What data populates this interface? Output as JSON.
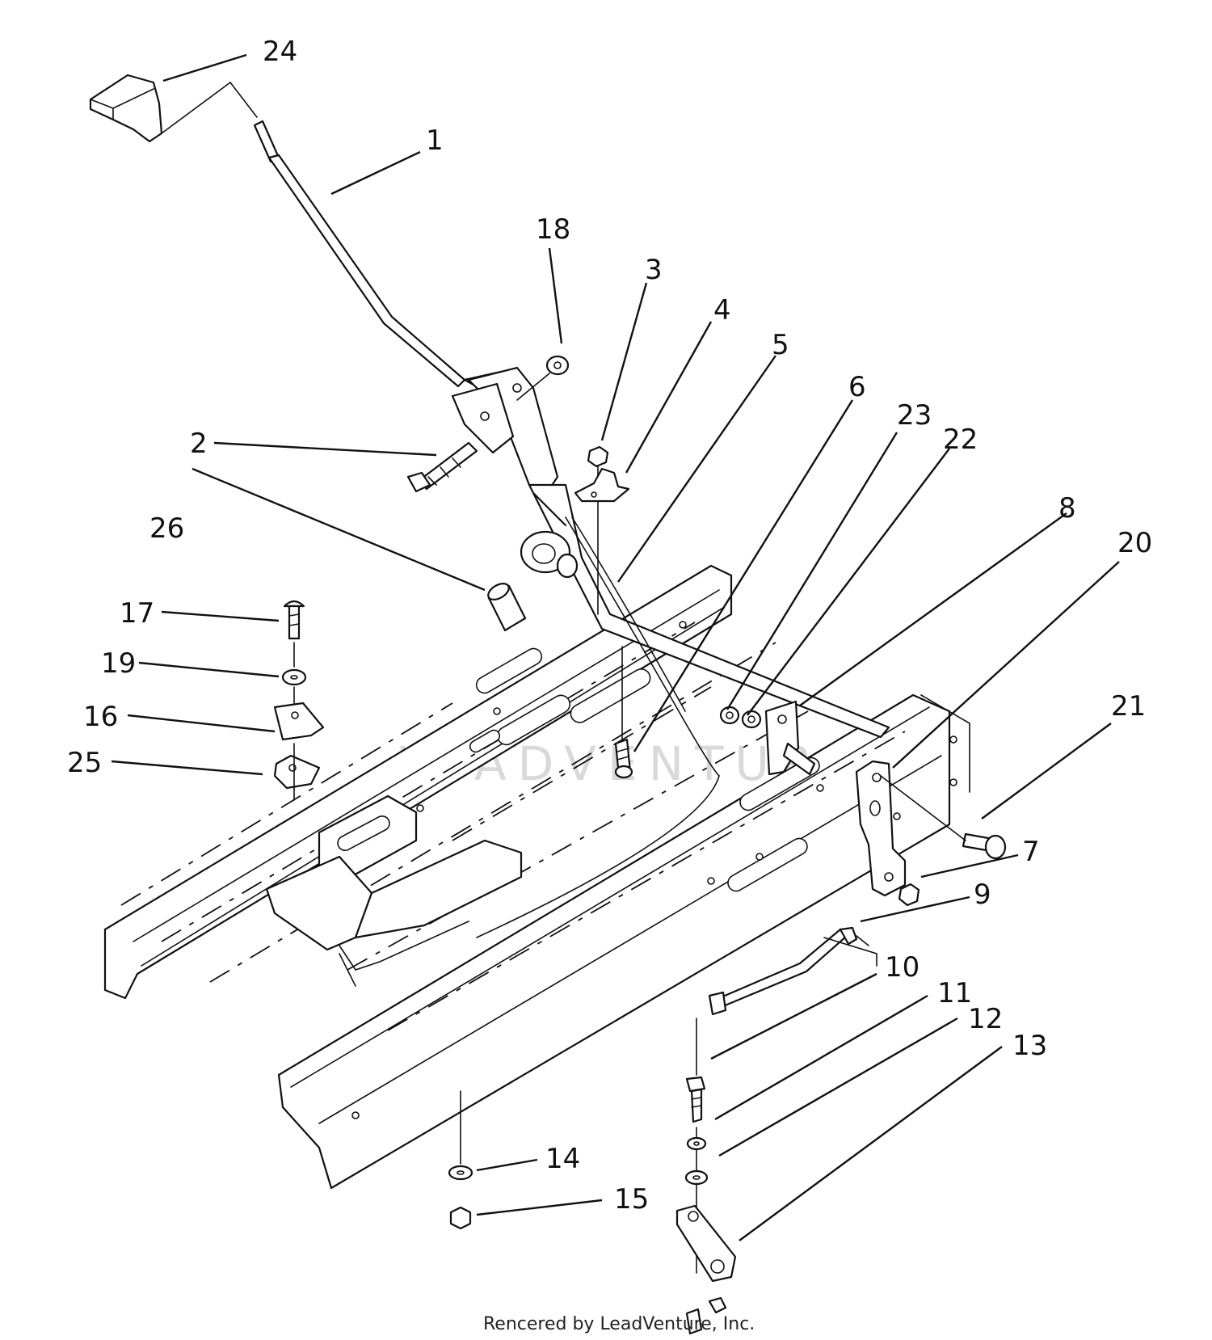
{
  "watermark": "LEADVENTURE",
  "footer": "Rencered by LeadVenture, Inc.",
  "callouts": {
    "c1": "1",
    "c2": "2",
    "c3": "3",
    "c4": "4",
    "c5": "5",
    "c6": "6",
    "c7": "7",
    "c8": "8",
    "c9": "9",
    "c10": "10",
    "c11": "11",
    "c12": "12",
    "c13": "13",
    "c14": "14",
    "c15": "15",
    "c16": "16",
    "c17": "17",
    "c18": "18",
    "c19": "19",
    "c20": "20",
    "c21": "21",
    "c22": "22",
    "c23": "23",
    "c24": "24",
    "c25": "25",
    "c26": "26"
  }
}
